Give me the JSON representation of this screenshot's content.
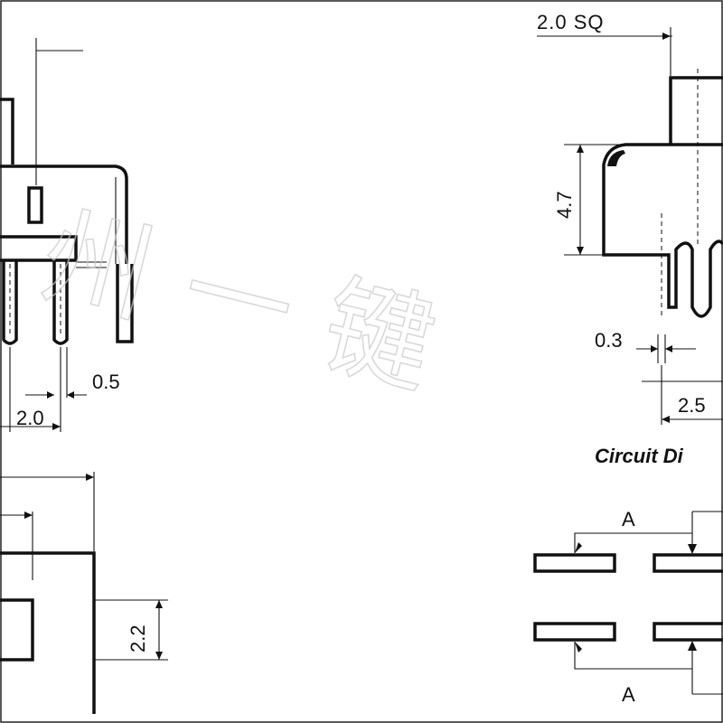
{
  "dimensions": {
    "sq": "2.0  SQ",
    "height": "4.7",
    "pin_width": "0.3",
    "pin_spacing_right": "2.5",
    "pin_pitch_left": "2.0",
    "pin_thickness": "0.5",
    "knob_width": "2.2"
  },
  "circuit": {
    "title": "Circuit Di",
    "terminal_top": "A",
    "terminal_bottom": "A"
  },
  "watermark": "州一键"
}
